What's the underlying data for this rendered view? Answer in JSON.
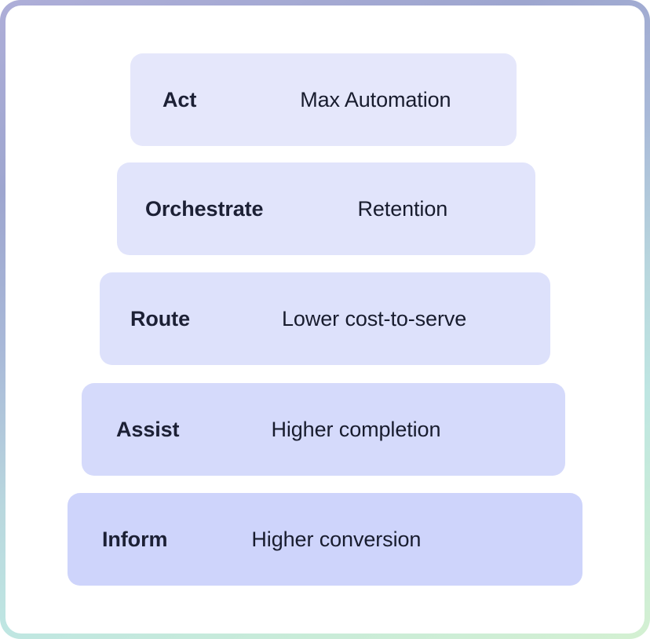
{
  "diagram": {
    "type": "funnel",
    "orientation": "inverted-funnel-widening-downward",
    "card": {
      "background": "#ffffff",
      "border_gradient_from": "#aeaed8",
      "border_gradient_mid": "#bfe6e2",
      "border_gradient_to": "#d4f0d2"
    },
    "stages": [
      {
        "name": "Act",
        "outcome": "Max Automation",
        "bar_color": "#e5e7fb"
      },
      {
        "name": "Orchestrate",
        "outcome": "Retention",
        "bar_color": "#e1e4fb"
      },
      {
        "name": "Route",
        "outcome": "Lower cost-to-serve",
        "bar_color": "#dde1fb"
      },
      {
        "name": "Assist",
        "outcome": "Higher completion",
        "bar_color": "#d5dafb"
      },
      {
        "name": "Inform",
        "outcome": "Higher conversion",
        "bar_color": "#ced4fb"
      }
    ]
  }
}
